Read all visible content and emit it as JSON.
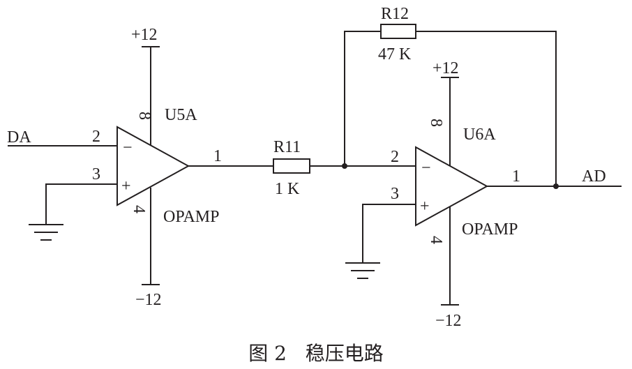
{
  "opamps": [
    {
      "id": "U5A",
      "model": "OPAMP",
      "pins": {
        "inverting": "2",
        "noninverting": "3",
        "output": "1",
        "vplus": "8",
        "vminus": "4"
      },
      "supply_pos": "+12",
      "supply_neg": "−12"
    },
    {
      "id": "U6A",
      "model": "OPAMP",
      "pins": {
        "inverting": "2",
        "noninverting": "3",
        "output": "1",
        "vplus": "8",
        "vminus": "4"
      },
      "supply_pos": "+12",
      "supply_neg": "−12"
    }
  ],
  "resistors": [
    {
      "id": "R11",
      "value": "1 K"
    },
    {
      "id": "R12",
      "value": "47 K"
    }
  ],
  "signals": {
    "input": "DA",
    "output": "AD"
  },
  "symbols": {
    "minus": "−",
    "plus": "+"
  },
  "caption": "图 2   稳压电路",
  "colors": {
    "line": "#231f20",
    "background": "#ffffff"
  }
}
